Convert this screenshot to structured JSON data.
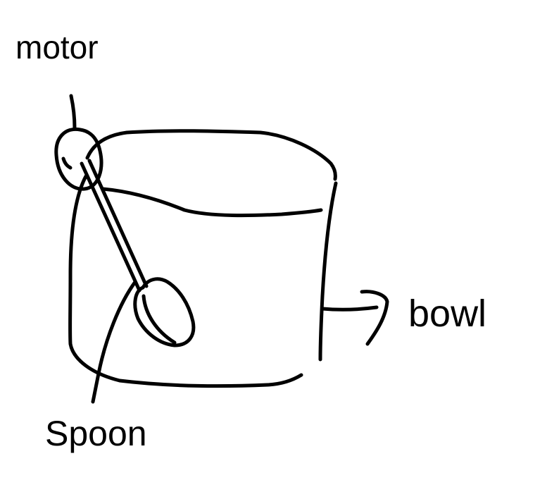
{
  "labels": {
    "motor": "motor",
    "bowl": "bowl",
    "spoon": "Spoon"
  },
  "colors": {
    "ink": "#000000",
    "background": "#ffffff"
  }
}
